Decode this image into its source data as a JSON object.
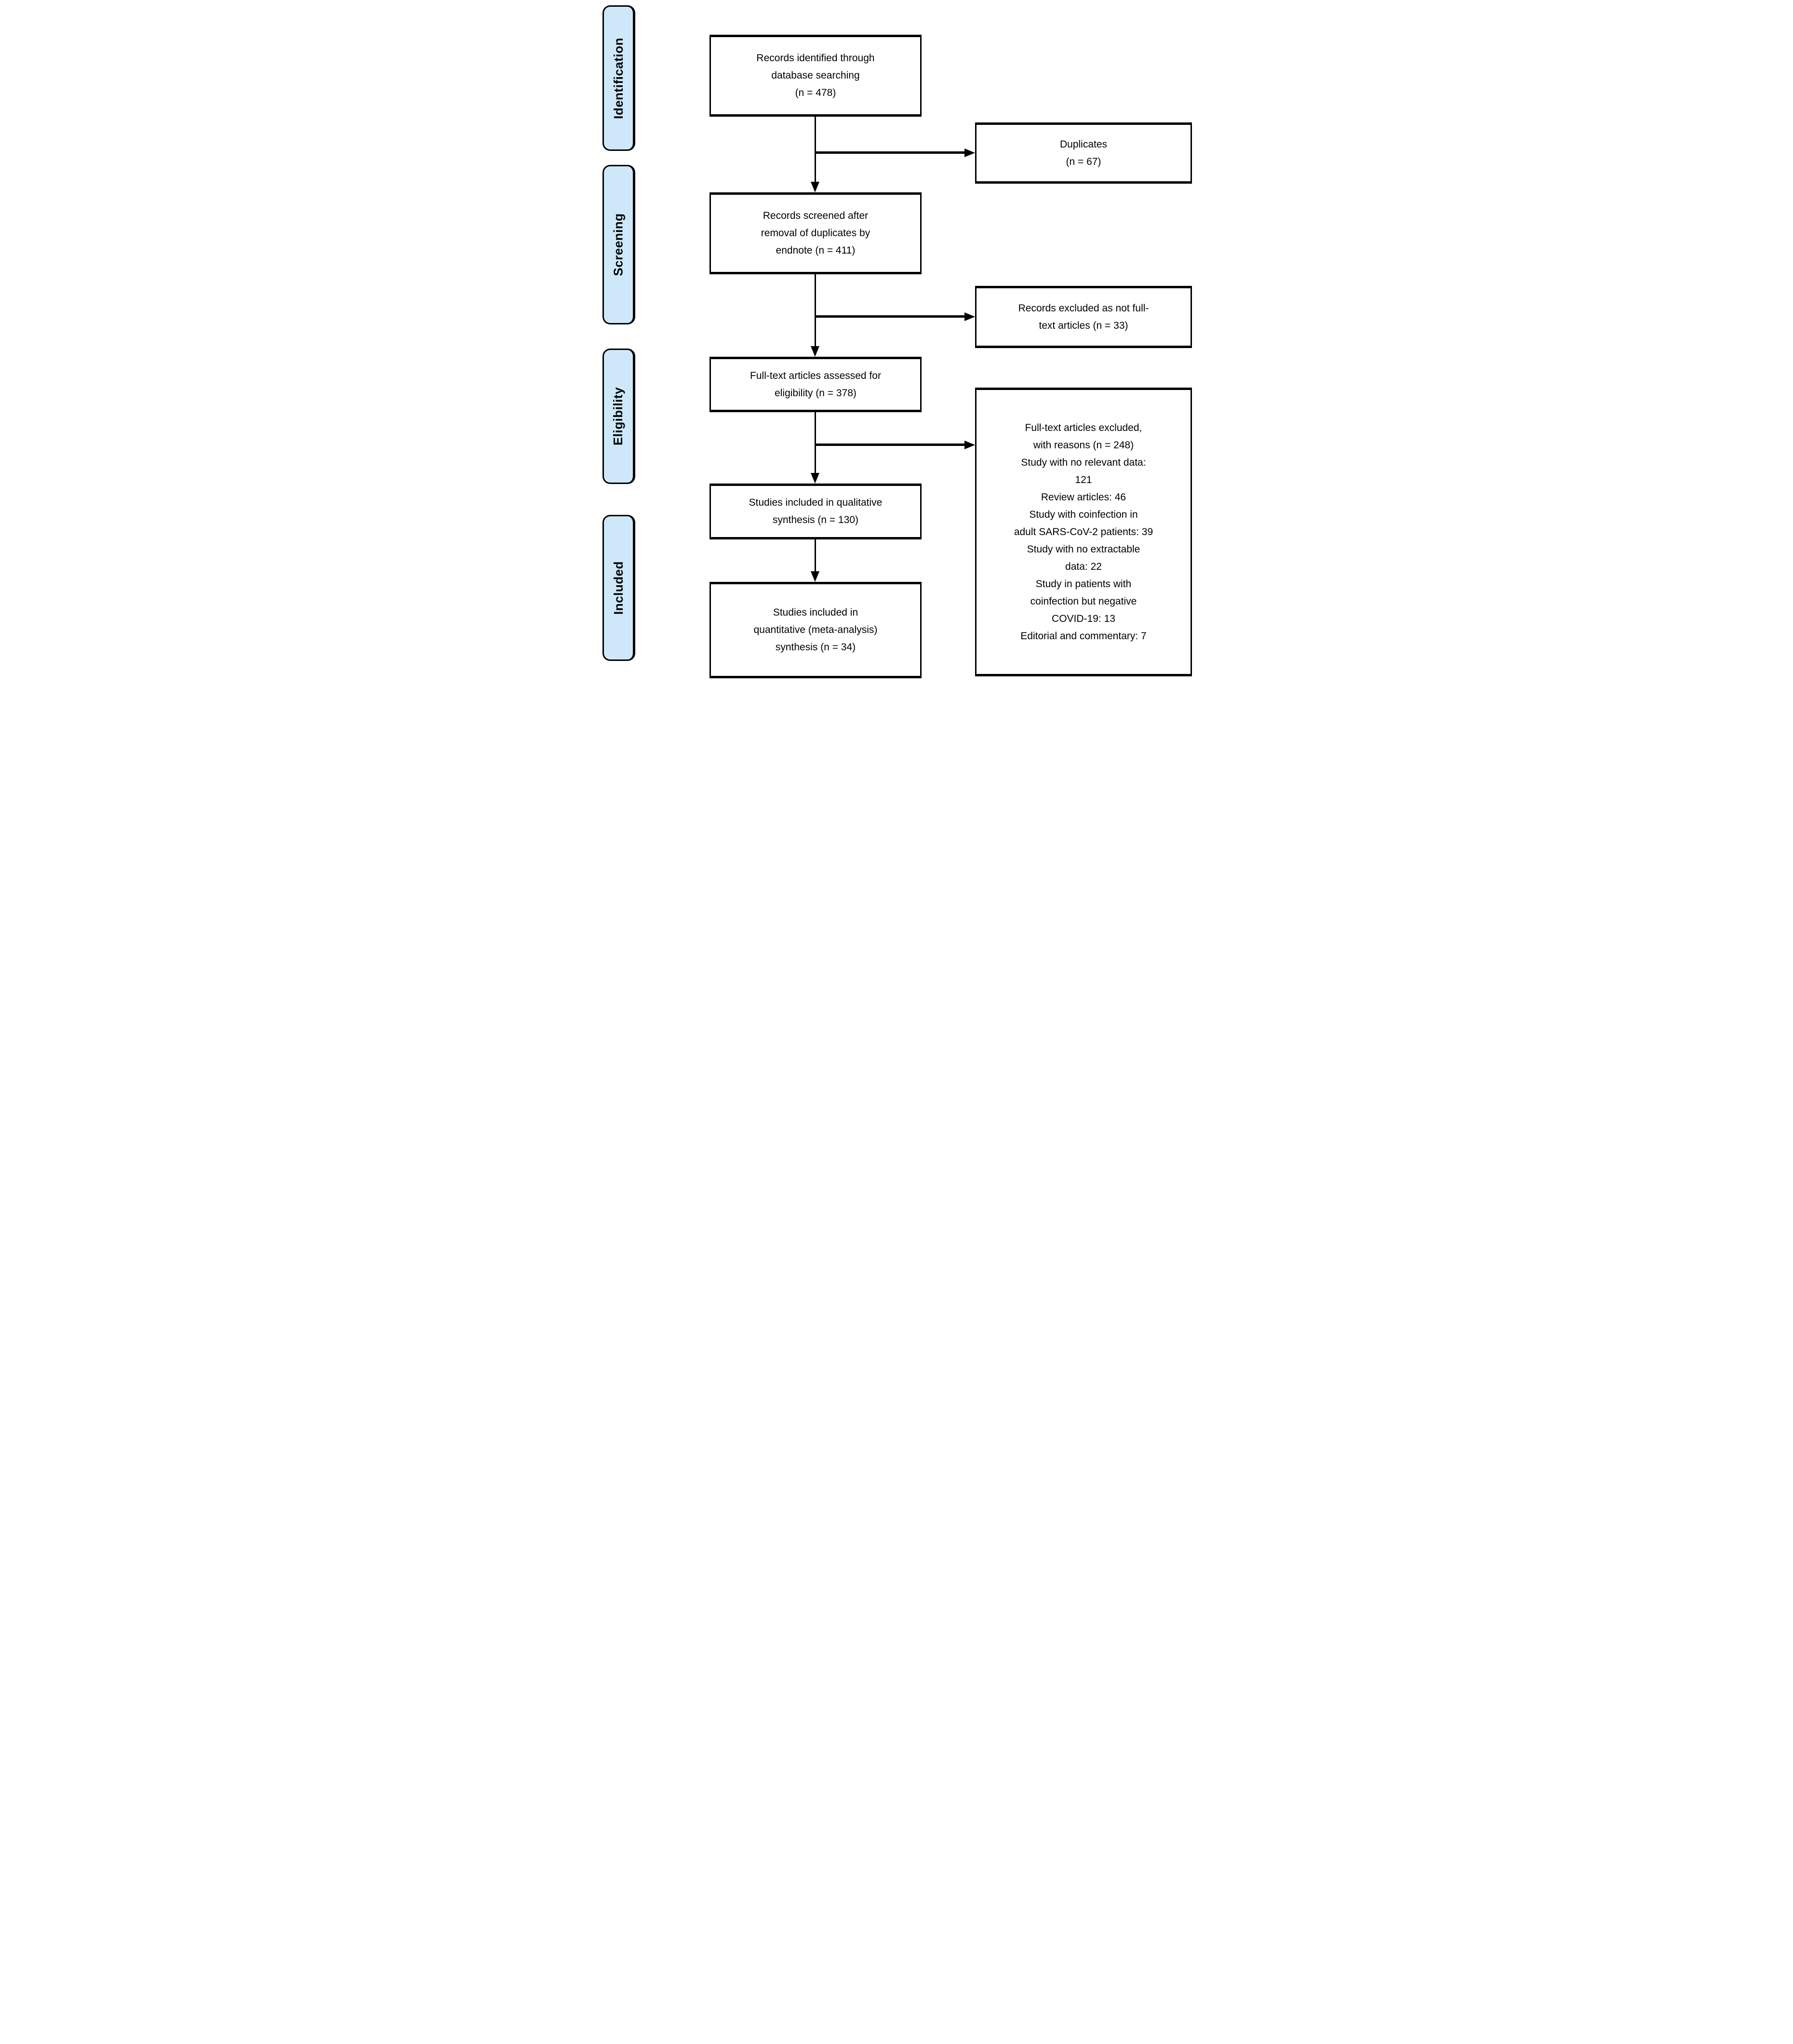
{
  "stages": {
    "identification": "Identification",
    "screening": "Screening",
    "eligibility": "Eligibility",
    "included": "Included"
  },
  "boxes": {
    "records_identified": "Records identified through\ndatabase searching\n(n = 478)",
    "duplicates": "Duplicates\n(n = 67)",
    "records_screened": "Records screened after\nremoval of duplicates by\nendnote (n = 411)",
    "records_excluded_fulltext": "Records excluded as not full-\ntext articles (n = 33)",
    "fulltext_assessed": "Full-text articles assessed for\neligibility (n = 378)",
    "fulltext_excluded_reasons": "Full-text articles excluded,\nwith reasons (n = 248)\nStudy with no relevant data:\n121\nReview articles: 46\nStudy with coinfection in\nadult SARS-CoV-2 patients: 39\nStudy with no extractable\ndata: 22\nStudy in patients with\ncoinfection but negative\nCOVID-19: 13\nEditorial and commentary: 7",
    "qualitative_synthesis": "Studies included in qualitative\nsynthesis (n = 130)",
    "quantitative_synthesis": "Studies included in\nquantitative (meta-analysis)\nsynthesis (n = 34)"
  },
  "colors": {
    "stage_fill": "#cee8fa",
    "line": "#000000"
  }
}
